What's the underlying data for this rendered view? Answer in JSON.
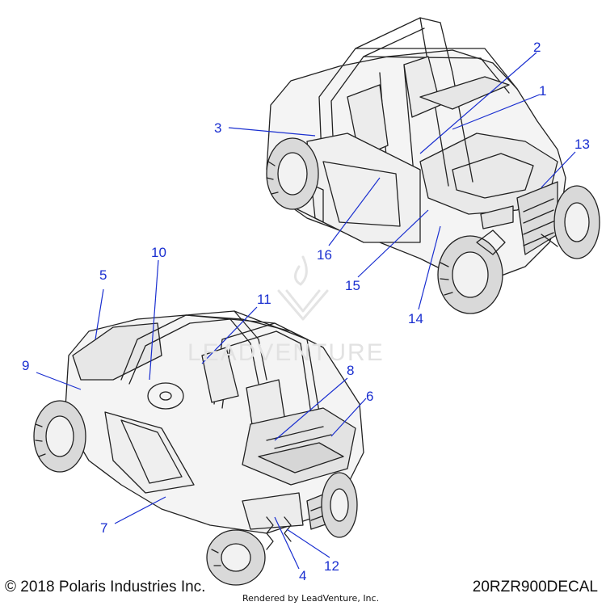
{
  "diagram": {
    "callouts": [
      {
        "id": "1",
        "label": "1"
      },
      {
        "id": "2",
        "label": "2"
      },
      {
        "id": "3",
        "label": "3"
      },
      {
        "id": "4",
        "label": "4"
      },
      {
        "id": "5",
        "label": "5"
      },
      {
        "id": "6",
        "label": "6"
      },
      {
        "id": "7",
        "label": "7"
      },
      {
        "id": "8",
        "label": "8"
      },
      {
        "id": "9",
        "label": "9"
      },
      {
        "id": "10",
        "label": "10"
      },
      {
        "id": "11",
        "label": "11"
      },
      {
        "id": "12",
        "label": "12"
      },
      {
        "id": "13",
        "label": "13"
      },
      {
        "id": "14",
        "label": "14"
      },
      {
        "id": "15",
        "label": "15"
      },
      {
        "id": "16",
        "label": "16"
      }
    ],
    "callout_color": "#1a2fd0",
    "line_color": "#1a2fd0"
  },
  "footer": {
    "copyright": "© 2018 Polaris Industries Inc.",
    "diagram_code": "20RZR900DECAL",
    "rendered_by": "Rendered by LeadVenture, Inc."
  },
  "watermark": {
    "text": "LEADVENTURE",
    "color": "#e2e2e2"
  }
}
